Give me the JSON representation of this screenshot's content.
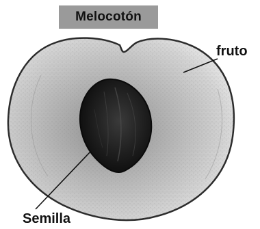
{
  "title": "Melocotón",
  "labels": {
    "fruit": "fruto",
    "seed": "Semilla"
  },
  "icons": {
    "peach": "peach-cross-section-icon",
    "seed": "peach-pit-icon"
  },
  "colors": {
    "title_background": "#9a9a9a",
    "flesh": "#bdbdbd",
    "seed": "#1c1c1c",
    "outline": "#2a2a2a",
    "text": "#111111"
  }
}
